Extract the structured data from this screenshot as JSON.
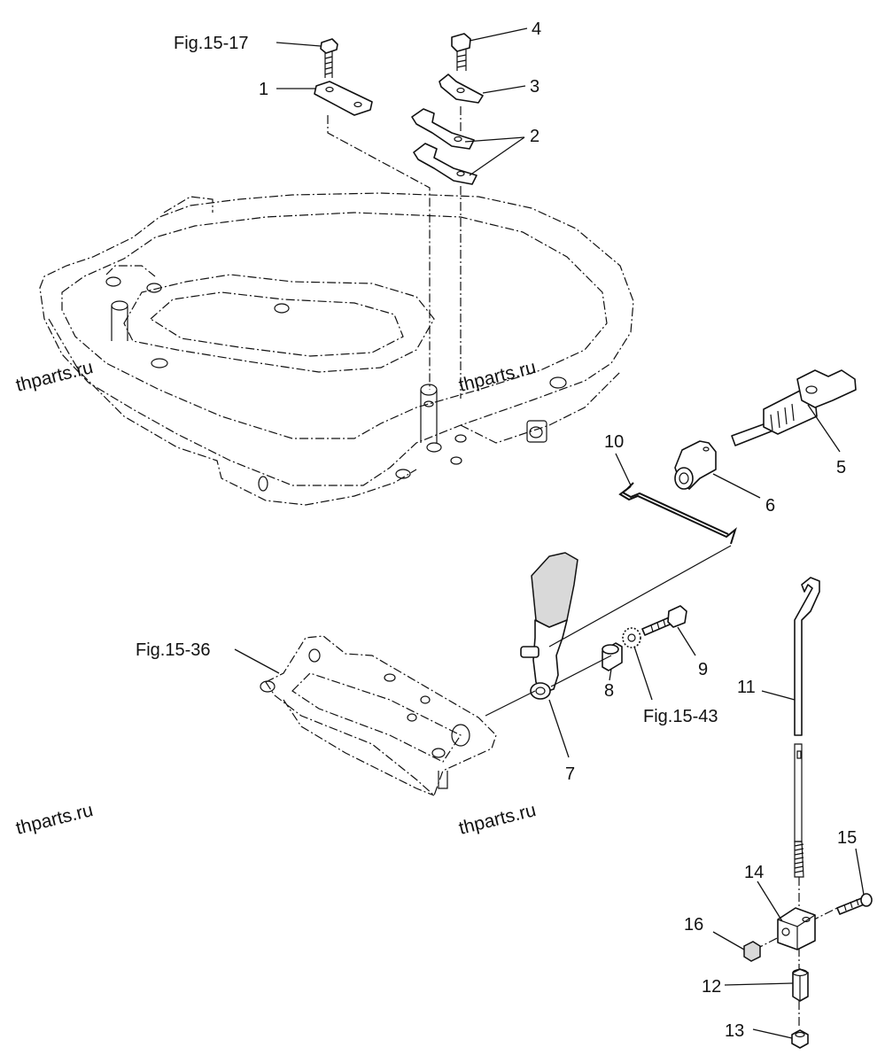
{
  "callouts": {
    "c1": "1",
    "c2": "2",
    "c3": "3",
    "c4": "4",
    "c5": "5",
    "c6": "6",
    "c7": "7",
    "c8": "8",
    "c9": "9",
    "c10": "10",
    "c11": "11",
    "c12": "12",
    "c13": "13",
    "c14": "14",
    "c15": "15",
    "c16": "16"
  },
  "refs": {
    "fig_15_17": "Fig.15-17",
    "fig_15_36": "Fig.15-36",
    "fig_15_43": "Fig.15-43"
  },
  "watermarks": [
    "thparts.ru",
    "thparts.ru",
    "thparts.ru",
    "thparts.ru"
  ],
  "colors": {
    "line": "#111111",
    "shade": "#d9d9d9",
    "background": "#ffffff"
  }
}
